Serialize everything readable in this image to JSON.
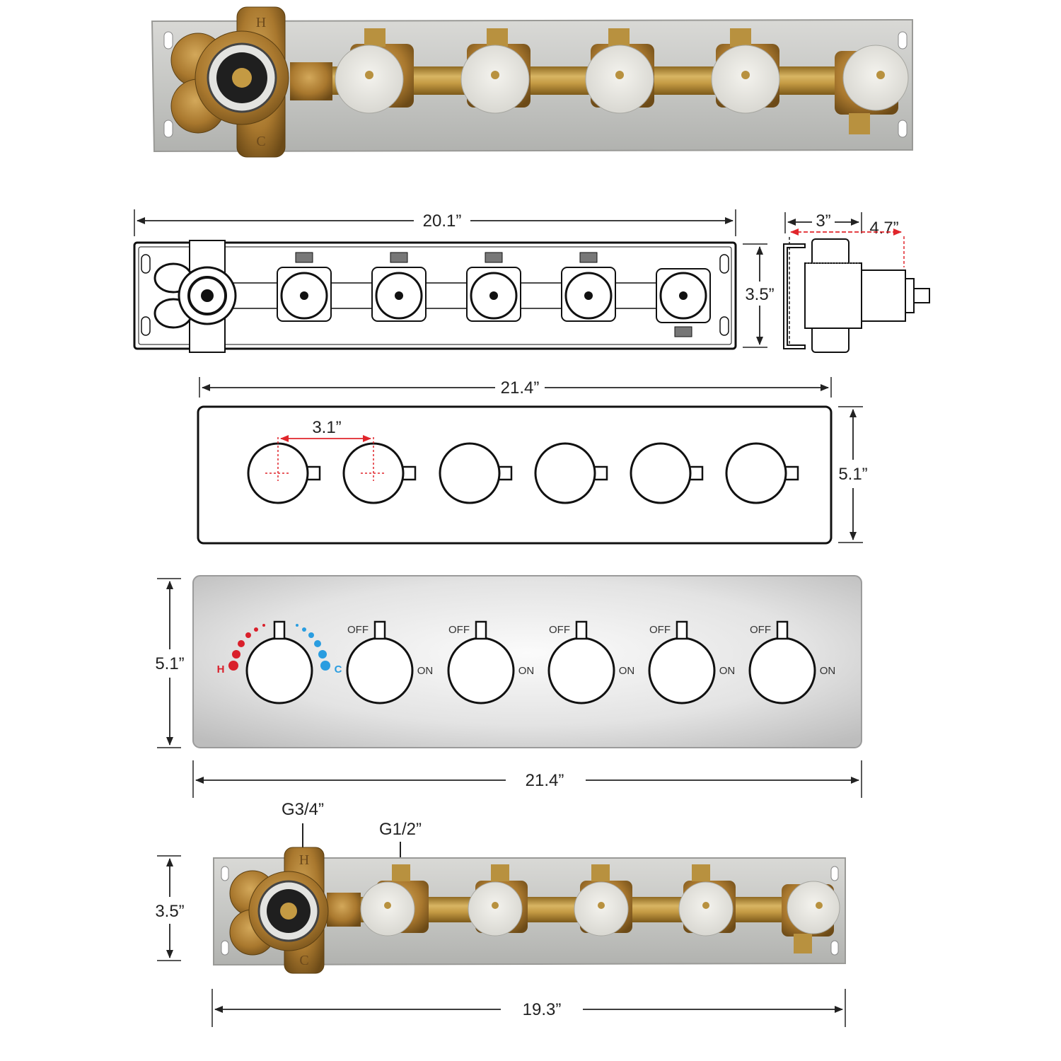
{
  "dimensions": {
    "top_view_width": "20.1”",
    "top_view_height": "3.5”",
    "side_depth": "3”",
    "side_total_depth": "4.7”",
    "outline_plate_width": "21.4”",
    "outline_plate_height": "5.1”",
    "knob_spacing": "3.1”",
    "trim_plate_height": "5.1”",
    "trim_plate_width": "21.4”",
    "bottom_valve_height": "3.5”",
    "bottom_valve_width": "19.3”"
  },
  "ports": {
    "inlet": "G3/4”",
    "outlet": "G1/2”"
  },
  "trim_labels": {
    "hot": "H",
    "cold": "C",
    "off": "OFF",
    "on": "ON"
  },
  "valve_body_letters": {
    "hot": "H",
    "cold": "C"
  },
  "colors": {
    "hot": "#d9202b",
    "cold": "#2a9de0",
    "dimension_accent": "#e0252b",
    "brass": "#b8913f",
    "line": "#1a1a1a"
  }
}
